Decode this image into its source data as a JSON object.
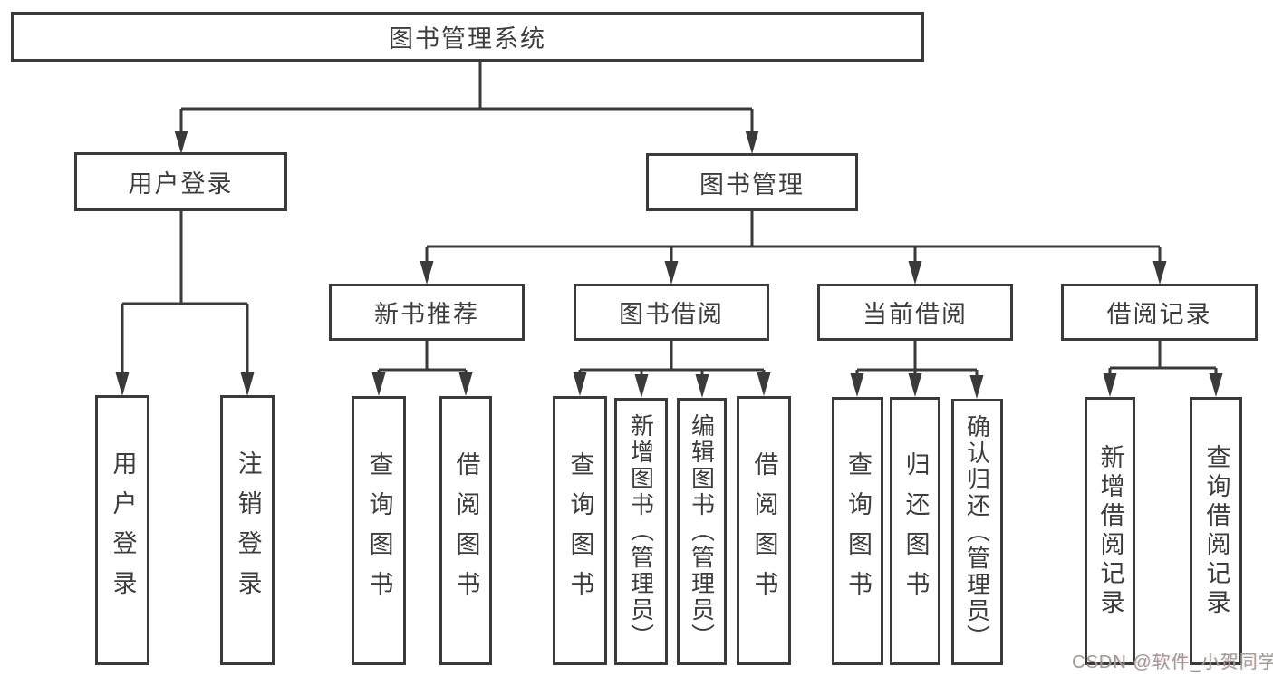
{
  "tree": {
    "root": "图书管理系统",
    "branches": [
      {
        "label": "用户登录",
        "children": [
          "用户登录",
          "注销登录"
        ]
      },
      {
        "label": "图书管理",
        "sections": [
          {
            "label": "新书推荐",
            "children": [
              "查询图书",
              "借阅图书"
            ]
          },
          {
            "label": "图书借阅",
            "children": [
              "查询图书",
              "新增图书（管理员）",
              "编辑图书（管理员）",
              "借阅图书"
            ]
          },
          {
            "label": "当前借阅",
            "children": [
              "查询图书",
              "归还图书",
              "确认归还（管理员）"
            ]
          },
          {
            "label": "借阅记录",
            "children": [
              "新增借阅记录",
              "查询借阅记录"
            ]
          }
        ]
      }
    ]
  },
  "watermark": {
    "text": "CSDN @软件_小贺同学"
  },
  "colors": {
    "line": "#3a3a3a",
    "box_border": "#3a3a3a",
    "text": "#3d3d3d",
    "watermark": "#9c9c9c",
    "background": "#ffffff"
  }
}
